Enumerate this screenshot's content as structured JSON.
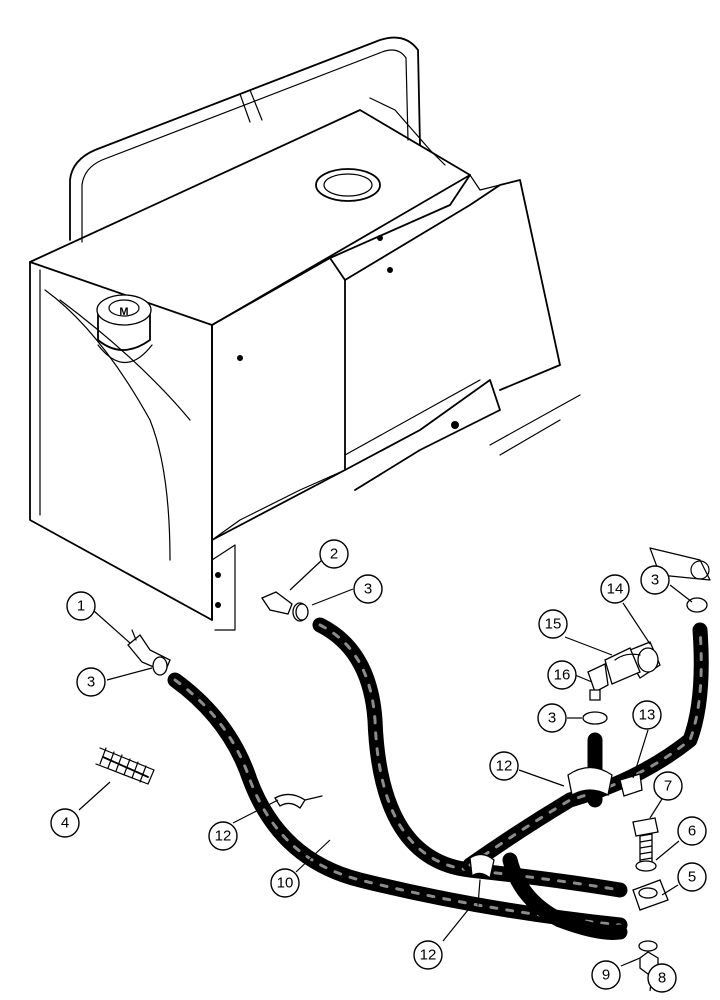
{
  "callouts": [
    {
      "id": "c1",
      "label": "1"
    },
    {
      "id": "c2",
      "label": "2"
    },
    {
      "id": "c3a",
      "label": "3"
    },
    {
      "id": "c3b",
      "label": "3"
    },
    {
      "id": "c3c",
      "label": "3"
    },
    {
      "id": "c3d",
      "label": "3"
    },
    {
      "id": "c4",
      "label": "4"
    },
    {
      "id": "c5",
      "label": "5"
    },
    {
      "id": "c6",
      "label": "6"
    },
    {
      "id": "c7",
      "label": "7"
    },
    {
      "id": "c8",
      "label": "8"
    },
    {
      "id": "c9",
      "label": "9"
    },
    {
      "id": "c10",
      "label": "10"
    },
    {
      "id": "c12a",
      "label": "12"
    },
    {
      "id": "c12b",
      "label": "12"
    },
    {
      "id": "c12c",
      "label": "12"
    },
    {
      "id": "c13",
      "label": "13"
    },
    {
      "id": "c14",
      "label": "14"
    },
    {
      "id": "c15",
      "label": "15"
    },
    {
      "id": "c16",
      "label": "16"
    }
  ],
  "tank_label": "M"
}
